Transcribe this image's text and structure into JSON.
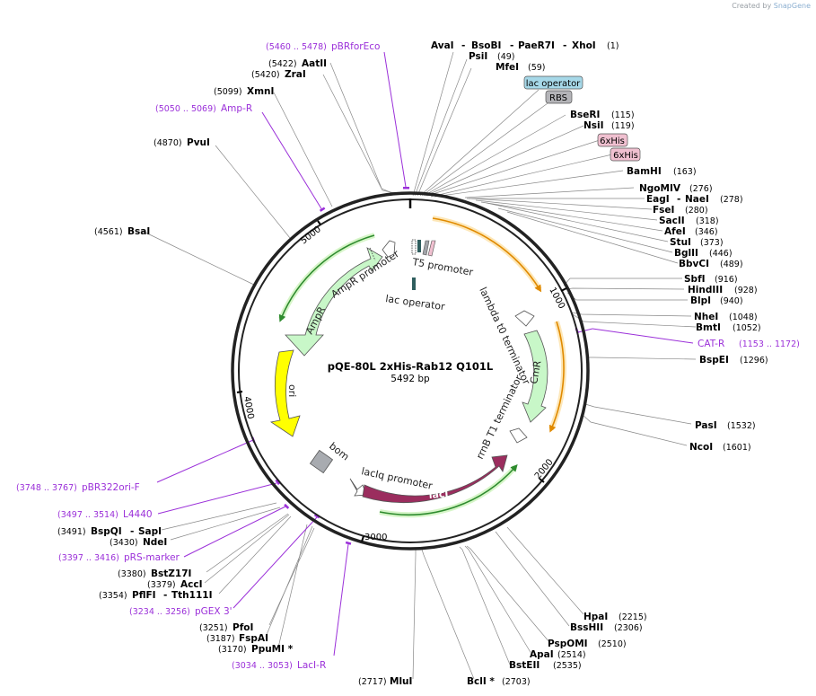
{
  "credit": {
    "prefix": "Created by",
    "brand": "SnapGene"
  },
  "map": {
    "name": "pQE-80L 2xHis-Rab12 Q101L",
    "length": 5492,
    "length_label": "5492 bp",
    "ticks": [
      "1000",
      "2000",
      "3000",
      "4000",
      "5000"
    ],
    "sites": [
      {
        "name": "AvaI",
        "pos": "",
        "angle": 0
      },
      {
        "name": "BsoBI",
        "pos": "",
        "angle": 0
      },
      {
        "name": "PaeR7I",
        "pos": "",
        "angle": 0
      },
      {
        "name": "XhoI",
        "pos": "(1)",
        "angle": 0
      },
      {
        "name": "PsiI",
        "pos": "(49)",
        "angle": 3.2
      },
      {
        "name": "MfeI",
        "pos": "(59)",
        "angle": 3.9
      },
      {
        "name": "BseRI",
        "pos": "(115)",
        "angle": 7.5
      },
      {
        "name": "NsiI",
        "pos": "(119)",
        "angle": 7.8
      },
      {
        "name": "BamHI",
        "pos": "(163)",
        "angle": 10.7
      },
      {
        "name": "NgoMIV",
        "pos": "(276)",
        "angle": 18.1
      },
      {
        "name": "EagI",
        "pos": "",
        "angle": 18.2
      },
      {
        "name": "NaeI",
        "pos": "(278)",
        "angle": 18.2
      },
      {
        "name": "FseI",
        "pos": "(280)",
        "angle": 18.4
      },
      {
        "name": "SacII",
        "pos": "(318)",
        "angle": 20.8
      },
      {
        "name": "AfeI",
        "pos": "(346)",
        "angle": 22.7
      },
      {
        "name": "StuI",
        "pos": "(373)",
        "angle": 24.5
      },
      {
        "name": "BglII",
        "pos": "(446)",
        "angle": 29.2
      },
      {
        "name": "BbvCI",
        "pos": "(489)",
        "angle": 32.1
      },
      {
        "name": "SbfI",
        "pos": "(916)",
        "angle": 60.0
      },
      {
        "name": "HindIII",
        "pos": "(928)",
        "angle": 60.8
      },
      {
        "name": "BlpI",
        "pos": "(940)",
        "angle": 61.6
      },
      {
        "name": "NheI",
        "pos": "(1048)",
        "angle": 68.7
      },
      {
        "name": "BmtI",
        "pos": "(1052)",
        "angle": 69.0
      },
      {
        "name": "BspEI",
        "pos": "(1296)",
        "angle": 85.0
      },
      {
        "name": "PasI",
        "pos": "(1532)",
        "angle": 100.4
      },
      {
        "name": "NcoI",
        "pos": "(1601)",
        "angle": 105.0
      },
      {
        "name": "HpaI",
        "pos": "(2215)",
        "angle": 145.2
      },
      {
        "name": "BssHII",
        "pos": "(2306)",
        "angle": 151.2
      },
      {
        "name": "PspOMI",
        "pos": "(2510)",
        "angle": 164.5
      },
      {
        "name": "ApaI",
        "pos": "(2514)",
        "angle": 164.8
      },
      {
        "name": "BstEII",
        "pos": "(2535)",
        "angle": 166.2
      },
      {
        "name": "BclI *",
        "pos": "(2703)",
        "angle": 177.2
      },
      {
        "name": "MluI",
        "pos": "(2717)",
        "angle": 178.1
      },
      {
        "name": "PpuMI *",
        "pos": "(3170)",
        "angle": 207.8
      },
      {
        "name": "FspAI",
        "pos": "(3187)",
        "angle": 208.9
      },
      {
        "name": "PfoI",
        "pos": "(3251)",
        "angle": 213.1
      },
      {
        "name": "PflFI",
        "pos": "(3354)",
        "angle": 219.9
      },
      {
        "name": "Tth111I",
        "pos": "",
        "angle": 219.9
      },
      {
        "name": "AccI",
        "pos": "(3379)",
        "angle": 221.5
      },
      {
        "name": "BstZ17I",
        "pos": "(3380)",
        "angle": 221.6
      },
      {
        "name": "NdeI",
        "pos": "(3430)",
        "angle": 224.8
      },
      {
        "name": "BspQI",
        "pos": "(3491)",
        "angle": 228.8
      },
      {
        "name": "SapI",
        "pos": "",
        "angle": 228.8
      },
      {
        "name": "BsaI",
        "pos": "(4561)",
        "angle": 298.9
      },
      {
        "name": "PvuI",
        "pos": "(4870)",
        "angle": 319.2
      },
      {
        "name": "XmnI",
        "pos": "(5099)",
        "angle": 334.2
      },
      {
        "name": "ZraI",
        "pos": "(5420)",
        "angle": 355.3
      },
      {
        "name": "AatII",
        "pos": "(5422)",
        "angle": 355.4
      }
    ],
    "primers": [
      {
        "name": "pBRforEco",
        "pos": "(5460 .. 5478)"
      },
      {
        "name": "Amp-R",
        "pos": "(5050 .. 5069)"
      },
      {
        "name": "CAT-R",
        "pos": "(1153 .. 1172)"
      },
      {
        "name": "pBR322ori-F",
        "pos": "(3748 .. 3767)"
      },
      {
        "name": "L4440",
        "pos": "(3497 .. 3514)"
      },
      {
        "name": "pRS-marker",
        "pos": "(3397 .. 3416)"
      },
      {
        "name": "pGEX 3'",
        "pos": "(3234 .. 3256)"
      },
      {
        "name": "LacI-R",
        "pos": "(3034 .. 3053)"
      }
    ],
    "features": {
      "lac_operator_top": "lac operator",
      "rbs": "RBS",
      "his1": "6xHis",
      "his2": "6xHis",
      "t5_promoter": "T5 promoter",
      "lac_operator_inner": "lac operator",
      "lambda": "lambda t0 terminator",
      "cmr": "CmR",
      "rrnb": "rrnB T1 terminator",
      "laci": "lacI",
      "laciq": "lacIq promoter",
      "bom": "bom",
      "ori": "ori",
      "ampr": "AmpR",
      "ampr_promoter": "AmpR promoter"
    },
    "colors": {
      "orange_orf": "#f5a623",
      "laci": "#9b2d5e",
      "cmr_fill": "#c8f7c8",
      "ori_fill": "#ffff00",
      "primer": "#9b30d9",
      "his": "#f0c0d0"
    }
  }
}
